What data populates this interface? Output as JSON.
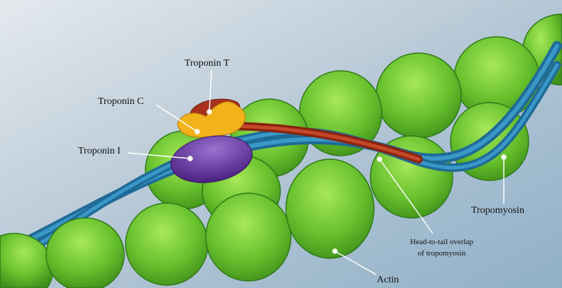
{
  "labels": {
    "troponin_t": "Troponin T",
    "troponin_c": "Troponin C",
    "troponin_i": "Troponin I",
    "overlap_line1": "Head-to-tail overlap",
    "overlap_line2": "of tropomyosin",
    "tropomyosin": "Tropomyosin",
    "actin": "Actin"
  },
  "colors": {
    "actin": "#6cc52e",
    "tropomyosin": "#2a7fb0",
    "troponin_t": "#a8321c",
    "troponin_c": "#f2b21a",
    "troponin_i": "#5a2d91",
    "background": "#a9bfd0"
  }
}
